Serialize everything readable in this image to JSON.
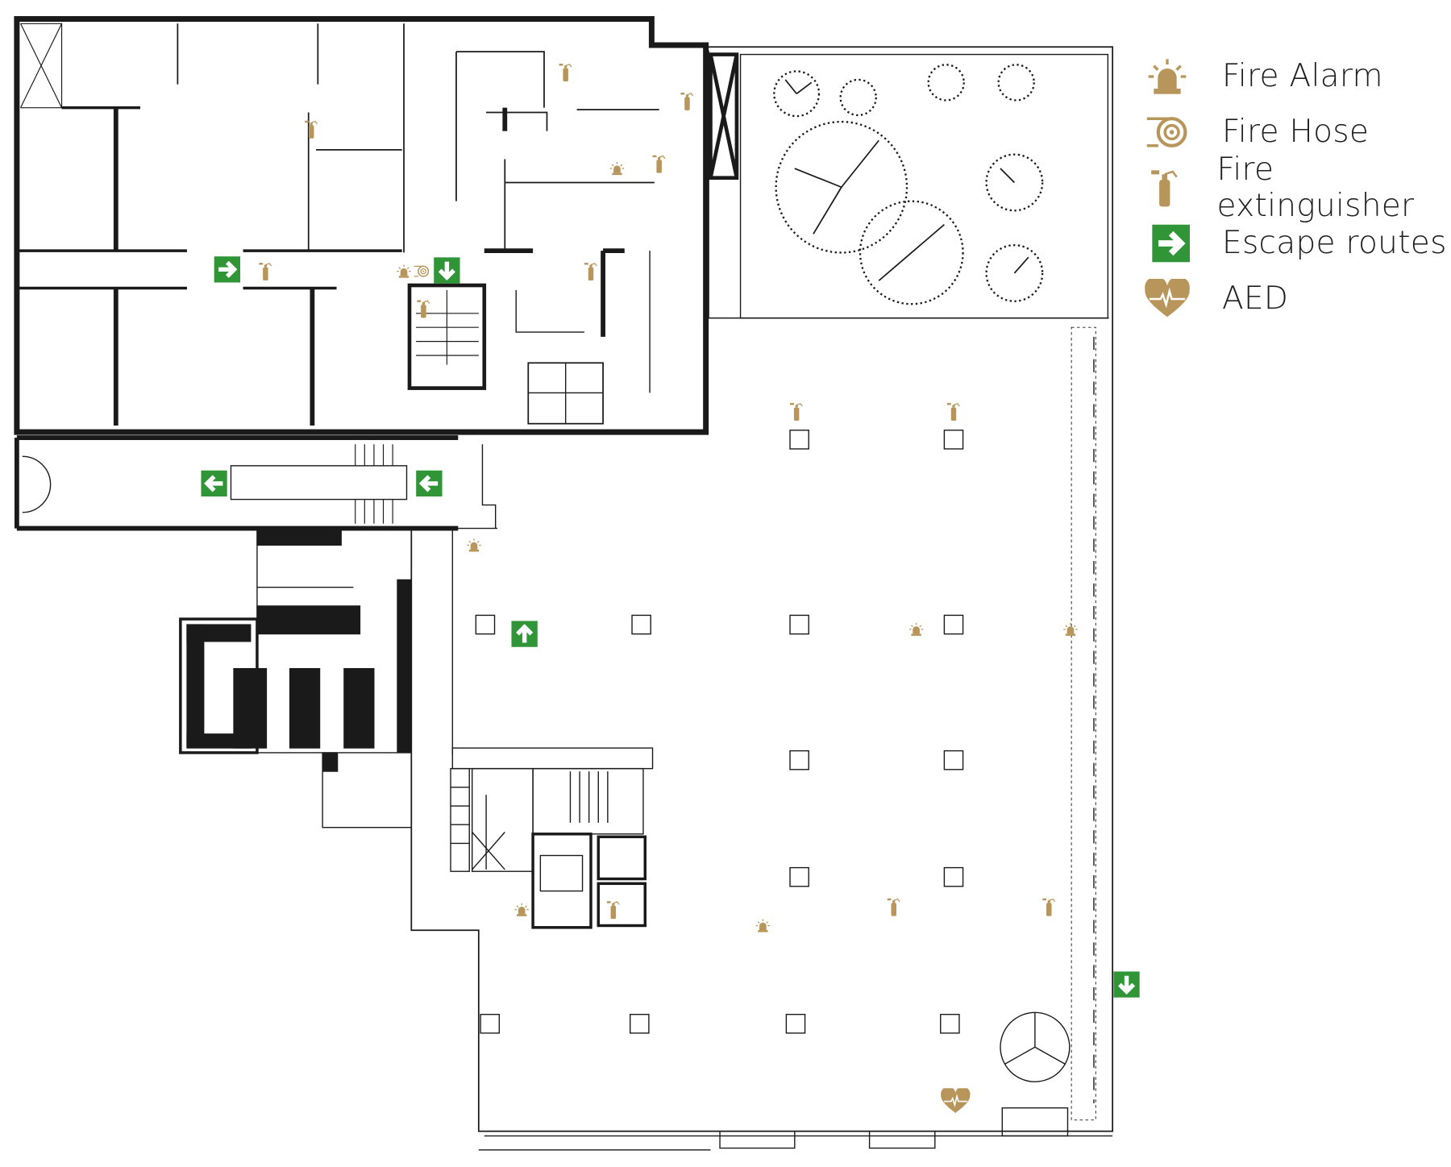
{
  "colors": {
    "safety_gold": "#b8955a",
    "exit_green": "#2f9536",
    "wall": "#1a1a1a"
  },
  "legend": {
    "items": [
      {
        "icon": "fire-alarm-icon",
        "label": "Fire Alarm"
      },
      {
        "icon": "fire-hose-icon",
        "label": "Fire Hose"
      },
      {
        "icon": "fire-extinguisher-icon",
        "label": "Fire extinguisher"
      },
      {
        "icon": "escape-route-icon",
        "label": "Escape routes"
      },
      {
        "icon": "aed-icon",
        "label": "AED"
      }
    ]
  },
  "markers": {
    "fire_extinguisher_count": 12,
    "fire_alarm_count": 7,
    "fire_hose_count": 1,
    "escape_route_arrows": [
      "right",
      "down",
      "left",
      "left",
      "up",
      "down"
    ],
    "aed_count": 1
  }
}
